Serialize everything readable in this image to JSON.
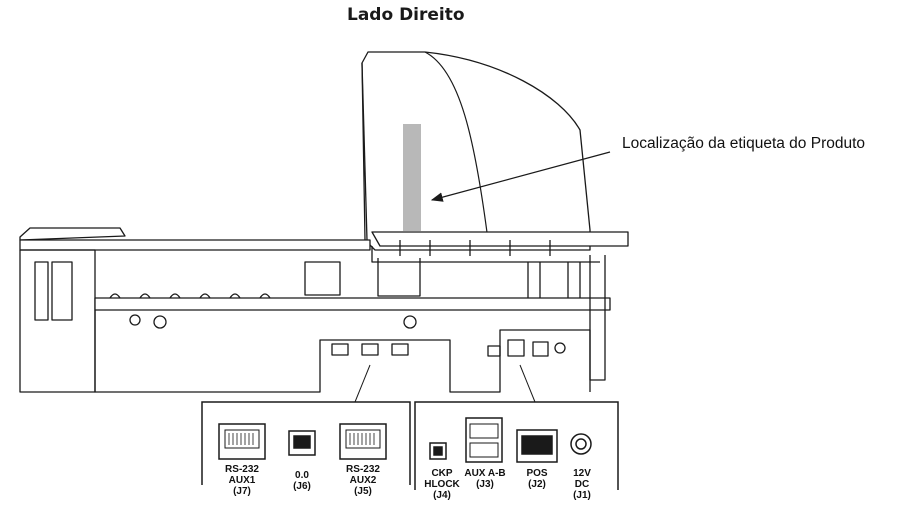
{
  "title": "Lado Direito",
  "callout": "Localização da etiqueta do Produto",
  "ports_left": [
    {
      "lines": [
        "RS-232",
        "AUX1",
        "(J7)"
      ]
    },
    {
      "lines": [
        "0.0",
        "(J6)"
      ]
    },
    {
      "lines": [
        "RS-232",
        "AUX2",
        "(J5)"
      ]
    }
  ],
  "ports_right": [
    {
      "lines": [
        "CKP",
        "HLOCK",
        "(J4)"
      ]
    },
    {
      "lines": [
        "AUX A-B",
        "(J3)"
      ]
    },
    {
      "lines": [
        "POS",
        "(J2)"
      ]
    },
    {
      "lines": [
        "12V",
        "DC",
        "(J1)"
      ]
    }
  ],
  "colors": {
    "line": "#1a1a1a",
    "label_strip": "#b8b8b8",
    "fill": "#ffffff"
  }
}
